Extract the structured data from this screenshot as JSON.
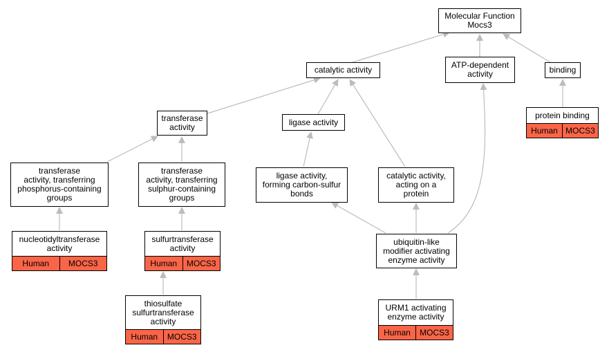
{
  "colors": {
    "edge": "#bcbcbc",
    "annotation": "#fa6548",
    "border": "#000000"
  },
  "nodes": {
    "mf": {
      "label": "Molecular Function\nMocs3"
    },
    "catalytic": {
      "label": "catalytic activity"
    },
    "atp": {
      "label": "ATP-dependent\nactivity"
    },
    "binding": {
      "label": "binding"
    },
    "protein_binding": {
      "label": "protein binding",
      "species": "Human",
      "gene": "MOCS3"
    },
    "transferase": {
      "label": "transferase\nactivity"
    },
    "ligase": {
      "label": "ligase activity"
    },
    "tr_phos": {
      "label": "transferase\nactivity, transferring\nphosphorus-containing\ngroups"
    },
    "tr_sulph": {
      "label": "transferase\nactivity, transferring\nsulphur-containing\ngroups"
    },
    "lig_cs": {
      "label": "ligase activity,\nforming carbon-sulfur\nbonds"
    },
    "cat_prot": {
      "label": "catalytic activity,\nacting on a\nprotein"
    },
    "nucleo": {
      "label": "nucleotidyltransferase\nactivity",
      "species": "Human",
      "gene": "MOCS3"
    },
    "sulfur": {
      "label": "sulfurtransferase\nactivity",
      "species": "Human",
      "gene": "MOCS3"
    },
    "ubiq": {
      "label": "ubiquitin-like\nmodifier activating\nenzyme activity"
    },
    "thio": {
      "label": "thiosulfate\nsulfurtransferase\nactivity",
      "species": "Human",
      "gene": "MOCS3"
    },
    "urm1": {
      "label": "URM1 activating\nenzyme activity",
      "species": "Human",
      "gene": "MOCS3"
    }
  }
}
